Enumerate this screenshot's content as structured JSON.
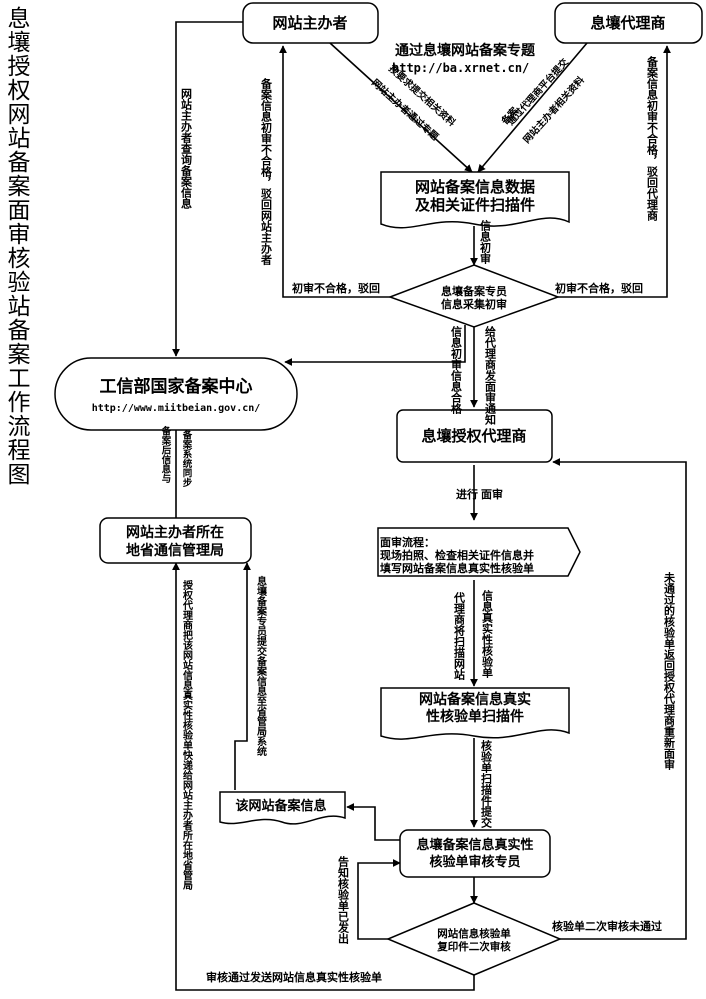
{
  "title": "息壤授权网站备案面审核验站备案工作流程图",
  "nodes": {
    "sponsor": "网站主办者",
    "agent_top": "息壤代理商",
    "scan1_l1": "网站备案信息数据",
    "scan1_l2": "及相关证件扫描件",
    "review1_l1": "息壤备案专员",
    "review1_l2": "信息采集初审",
    "miit_l1": "工信部国家备案中心",
    "miit_l2": "http://www.miitbeian.gov.cn/",
    "agent_mid": "息壤授权代理商",
    "process_l1": "面审流程：",
    "process_l2": "现场拍照、检查相关证件信息并",
    "process_l3": "填写网站备案信息真实性核验单",
    "scan2_l1": "网站备案信息真实",
    "scan2_l2": "性核验单扫描件",
    "prov_l1": "网站主办者所在",
    "prov_l2": "地省通信管理局",
    "siteinfo": "该网站备案信息",
    "review2_l1": "息壤备案信息真实性",
    "review2_l2": "核验单审核专员",
    "decision_l1": "网站信息核验单",
    "decision_l2": "复印件二次审核"
  },
  "labels": {
    "url_title": "通过息壤网站备案专题",
    "url": "http://ba.xrnet.cn/",
    "sponsor_submit_a": "按要求提交相关资料",
    "sponsor_submit_b": "网站主办者通过专题",
    "agent_submit_a": "通过代理商平台提交",
    "agent_submit_b": "网站主办者相关资料",
    "agent_submit_c": "备案",
    "reject_left_v": "备案信息初审不合格，驳回网站主办者",
    "reject_right_v": "备案信息初审不合格，驳回代理商",
    "query_v": "网站主办者查询备案信息",
    "info_review": "信息初审",
    "reject_left_h": "初审不合格，驳回",
    "reject_right_h": "初审不合格，驳回",
    "pass_v": "信息初审信息合格",
    "notify_v": "给代理商发面审通知",
    "conduct_a": "进行",
    "conduct_b": "面审",
    "sync_a": "备案系统同步",
    "sync_b": "备案后信息与",
    "scan_site_v": "代理商将扫描网站",
    "info_sheet_v": "信息真实性核验单",
    "submit_scan_v": "核验单扫描件提交",
    "prov_submit_v": "息壤备案专员提交备案信息至省管局系统",
    "mail_v": "授权代理商把该网站信息真实性核验单快递给网站主办者所在地省管局",
    "notify_sent_v": "告知核验单已发出",
    "fail_return_v": "未通过的核验单返回授权代理商重新面审",
    "second_fail": "核验单二次审核未通过",
    "pass_send": "审核通过发送网站信息真实性核验单"
  }
}
